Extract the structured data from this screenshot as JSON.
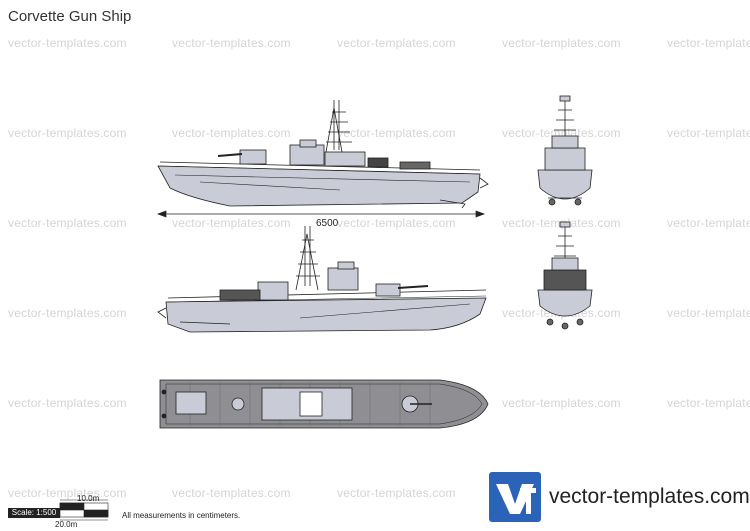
{
  "title": "Corvette Gun Ship",
  "watermark": "vector-templates.com",
  "dimension_label": "6500",
  "scale": {
    "label": "Scale: 1:500",
    "top_label": "10.0m",
    "bottom_label": "20.0m"
  },
  "note": "All measurements in centimeters.",
  "logo": {
    "mark": "VT",
    "text": "vector-templates.com",
    "color": "#2a63b8"
  },
  "colors": {
    "hull": "#c9ccd6",
    "deck": "#8f8f93",
    "outline": "#222222",
    "watermark": "#d4d4d4"
  },
  "views": [
    "starboard-side",
    "bow-front",
    "port-side",
    "stern-rear",
    "top"
  ]
}
